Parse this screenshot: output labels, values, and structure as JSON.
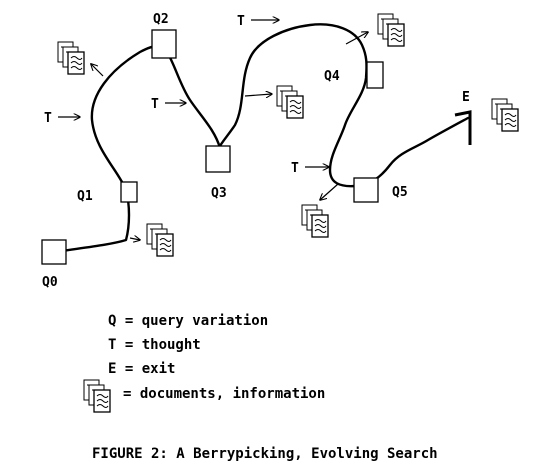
{
  "diagram": {
    "queries": [
      {
        "id": "q0",
        "label": "Q0"
      },
      {
        "id": "q1",
        "label": "Q1"
      },
      {
        "id": "q2",
        "label": "Q2"
      },
      {
        "id": "q3",
        "label": "Q3"
      },
      {
        "id": "q4",
        "label": "Q4"
      },
      {
        "id": "q5",
        "label": "Q5"
      }
    ],
    "thought_marker": "T",
    "exit_marker": "E"
  },
  "legend": {
    "q": "Q = query variation",
    "t": "T = thought",
    "e": "E = exit",
    "docs": "= documents, information"
  },
  "caption": "FIGURE 2: A Berrypicking, Evolving Search",
  "colors": {
    "ink": "#000000",
    "paper": "#ffffff"
  }
}
